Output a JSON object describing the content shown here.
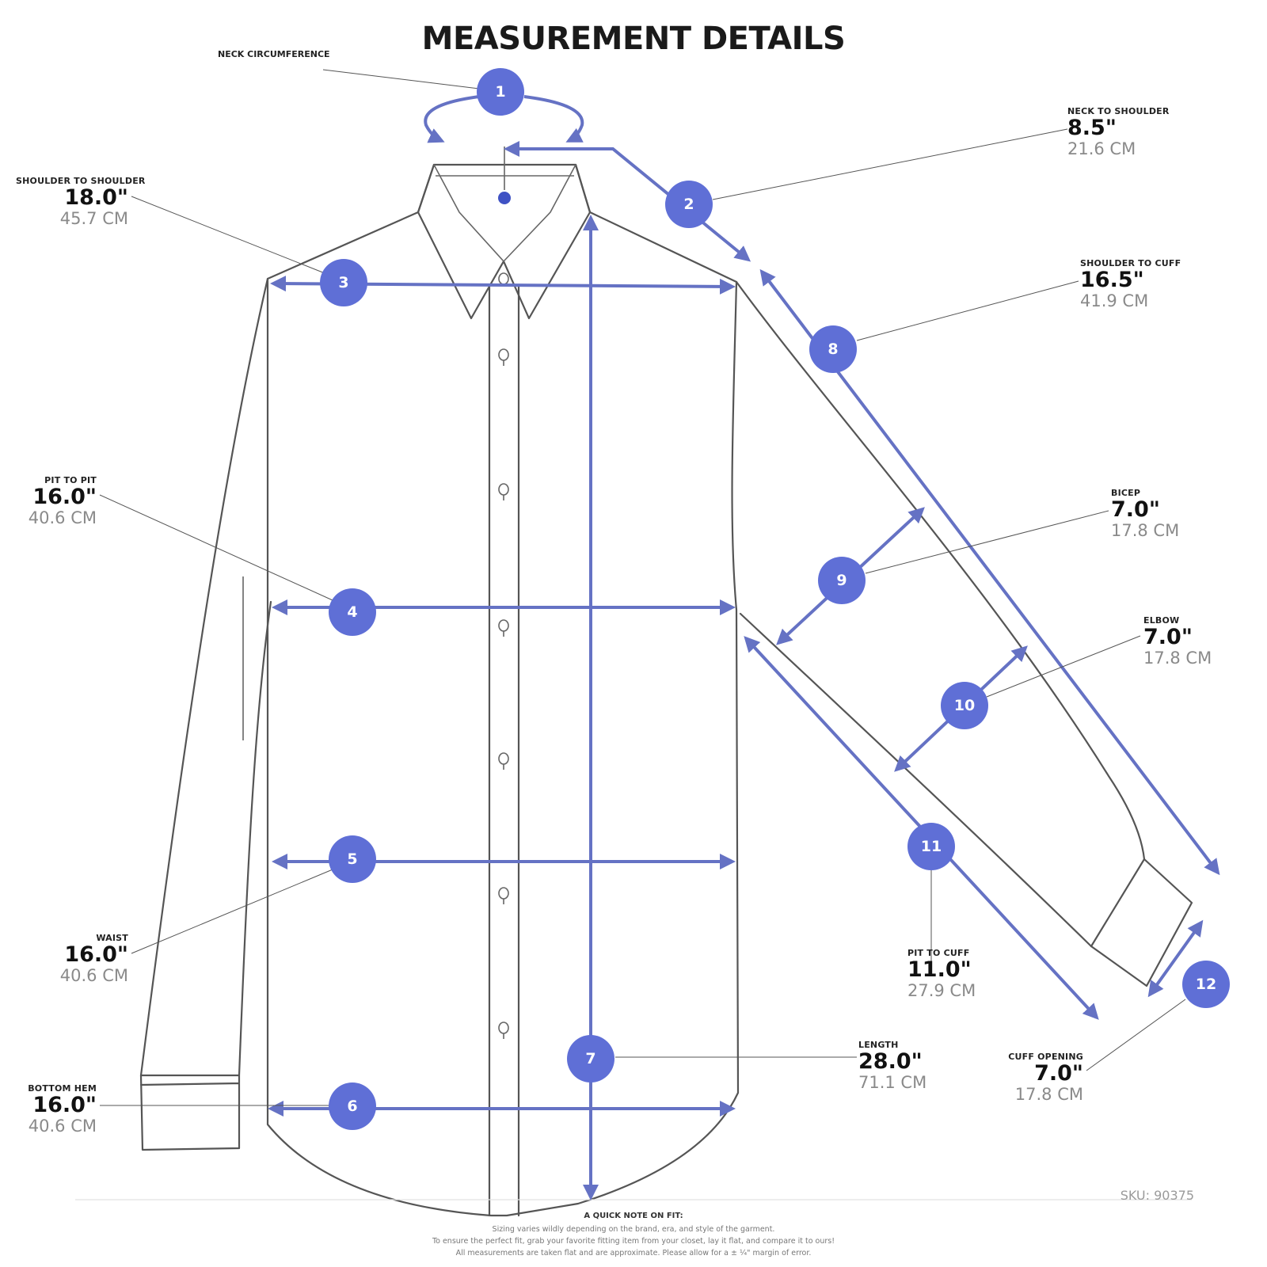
{
  "title": "MEASUREMENT DETAILS",
  "sku": "SKU: 90375",
  "colors": {
    "accent": "#5f6fd6",
    "arrow": "#6572c4",
    "outline": "#555555"
  },
  "measurements": {
    "neck": {
      "number": "1",
      "label": "NECK CIRCUMFERENCE"
    },
    "neck_to_shoulder": {
      "number": "2",
      "label": "NECK TO SHOULDER",
      "inches": "8.5\"",
      "cm": "21.6 CM"
    },
    "shoulder_to_shoulder": {
      "number": "3",
      "label": "SHOULDER TO SHOULDER",
      "inches": "18.0\"",
      "cm": "45.7 CM"
    },
    "pit_to_pit": {
      "number": "4",
      "label": "PIT TO PIT",
      "inches": "16.0\"",
      "cm": "40.6 CM"
    },
    "waist": {
      "number": "5",
      "label": "WAIST",
      "inches": "16.0\"",
      "cm": "40.6 CM"
    },
    "bottom_hem": {
      "number": "6",
      "label": "BOTTOM HEM",
      "inches": "16.0\"",
      "cm": "40.6 CM"
    },
    "length": {
      "number": "7",
      "label": "LENGTH",
      "inches": "28.0\"",
      "cm": "71.1 CM"
    },
    "shoulder_to_cuff": {
      "number": "8",
      "label": "SHOULDER TO CUFF",
      "inches": "16.5\"",
      "cm": "41.9 CM"
    },
    "bicep": {
      "number": "9",
      "label": "BICEP",
      "inches": "7.0\"",
      "cm": "17.8 CM"
    },
    "elbow": {
      "number": "10",
      "label": "ELBOW",
      "inches": "7.0\"",
      "cm": "17.8 CM"
    },
    "pit_to_cuff": {
      "number": "11",
      "label": "PIT TO CUFF",
      "inches": "11.0\"",
      "cm": "27.9 CM"
    },
    "cuff_opening": {
      "number": "12",
      "label": "CUFF OPENING",
      "inches": "7.0\"",
      "cm": "17.8 CM"
    }
  },
  "note": {
    "title": "A QUICK NOTE ON FIT:",
    "line1": "Sizing varies wildly depending on the brand, era, and style of the garment.",
    "line2": "To ensure the perfect fit, grab your favorite fitting item from your closet, lay it flat, and compare it to ours!",
    "line3": "All measurements are taken flat and are approximate. Please allow for a ± ¼\" margin of error."
  }
}
